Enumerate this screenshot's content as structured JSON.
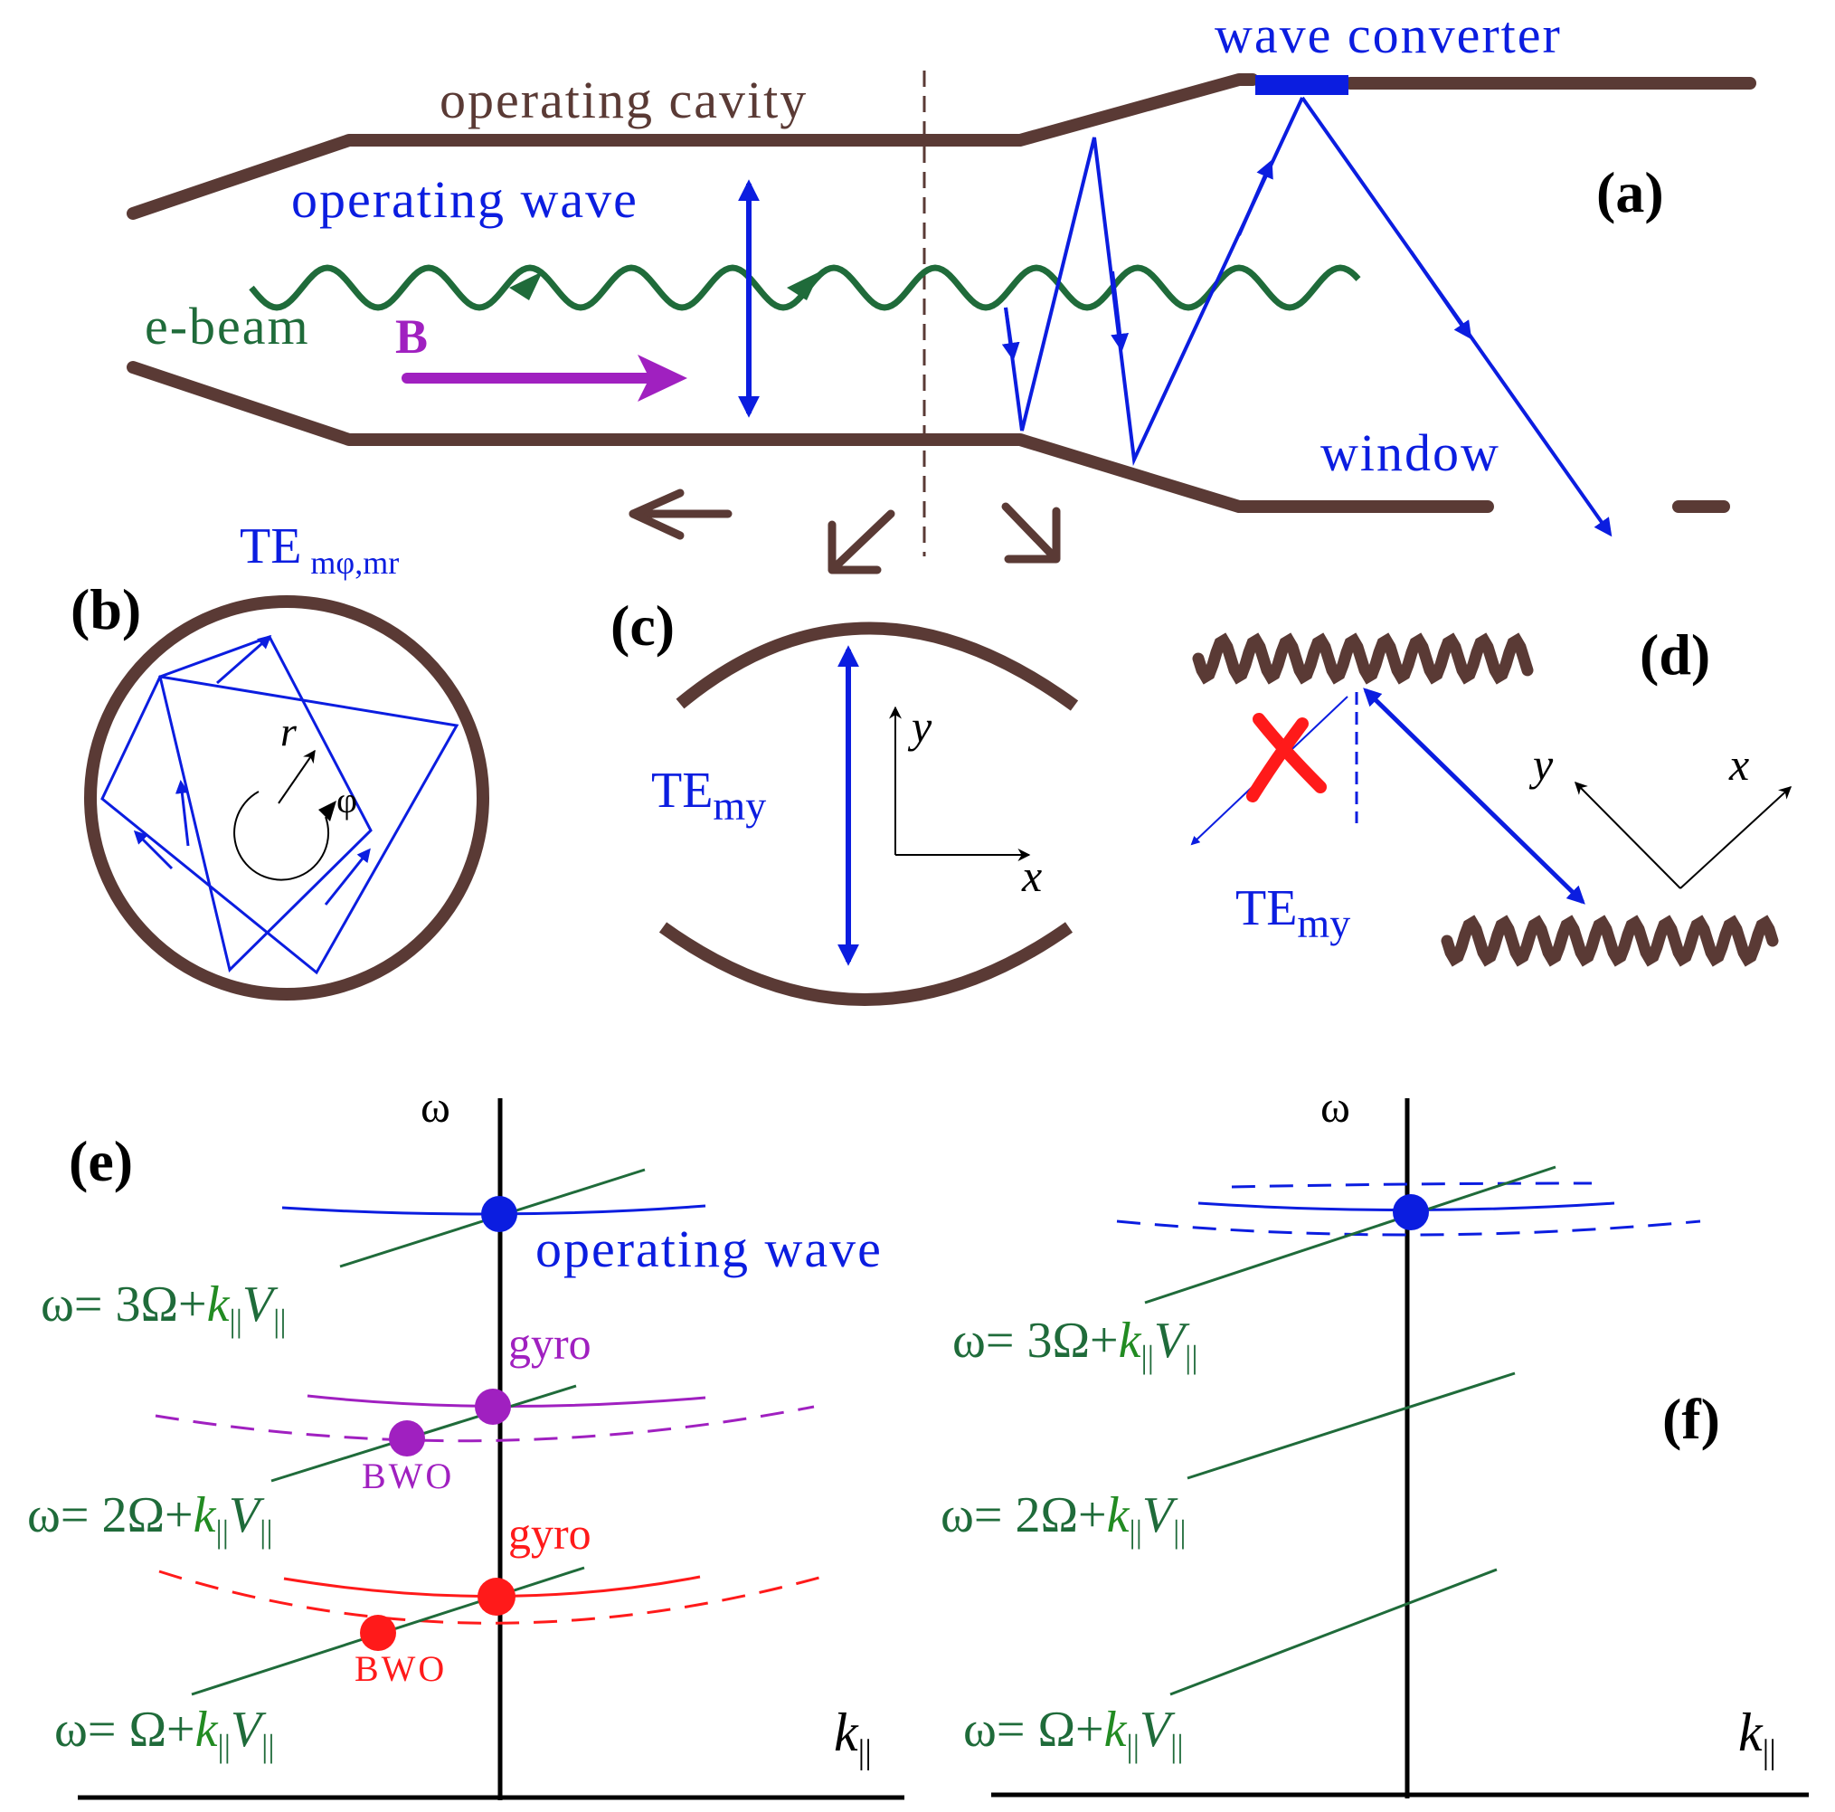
{
  "colors": {
    "wall": "#5a3a35",
    "wave": "#0b1de0",
    "beam": "#1f6b3a",
    "magnet": "#a020c0",
    "fundamental": "#ff1a1a",
    "cross": "#ff1a1a"
  },
  "panel_a": {
    "label": "(a)",
    "cavity": "operating cavity",
    "operating_wave": "operating wave",
    "converter": "wave converter",
    "ebeam": "e-beam",
    "field": "B",
    "window": "window"
  },
  "panel_b": {
    "label": "(b)",
    "mode_base": "TE",
    "mode_sub": "mφ,mr",
    "r": "r",
    "phi": "φ"
  },
  "panel_c": {
    "label": "(c)",
    "mode_base": "TE",
    "mode_sub": "my",
    "y": "y",
    "x": "x"
  },
  "panel_d": {
    "label": "(d)",
    "mode_base": "TE",
    "mode_sub": "my",
    "y": "y",
    "x": "x"
  },
  "panel_e": {
    "label": "(e)",
    "omega": "ω",
    "k": "k",
    "k_sub": "||",
    "operating_wave": "operating wave",
    "gyro_2": "gyro",
    "bwo_2": "BWO",
    "gyro_1": "gyro",
    "bwo_1": "BWO",
    "res3_prefix": "ω= 3Ω+",
    "res2_prefix": "ω= 2Ω+",
    "res1_prefix": "ω= Ω+",
    "k_letter": "k",
    "v_letter": "V",
    "par": "||"
  },
  "panel_f": {
    "label": "(f)",
    "omega": "ω",
    "k": "k",
    "k_sub": "||",
    "res3_prefix": "ω= 3Ω+",
    "res2_prefix": "ω= 2Ω+",
    "res1_prefix": "ω= Ω+",
    "k_letter": "k",
    "v_letter": "V",
    "par": "||"
  }
}
